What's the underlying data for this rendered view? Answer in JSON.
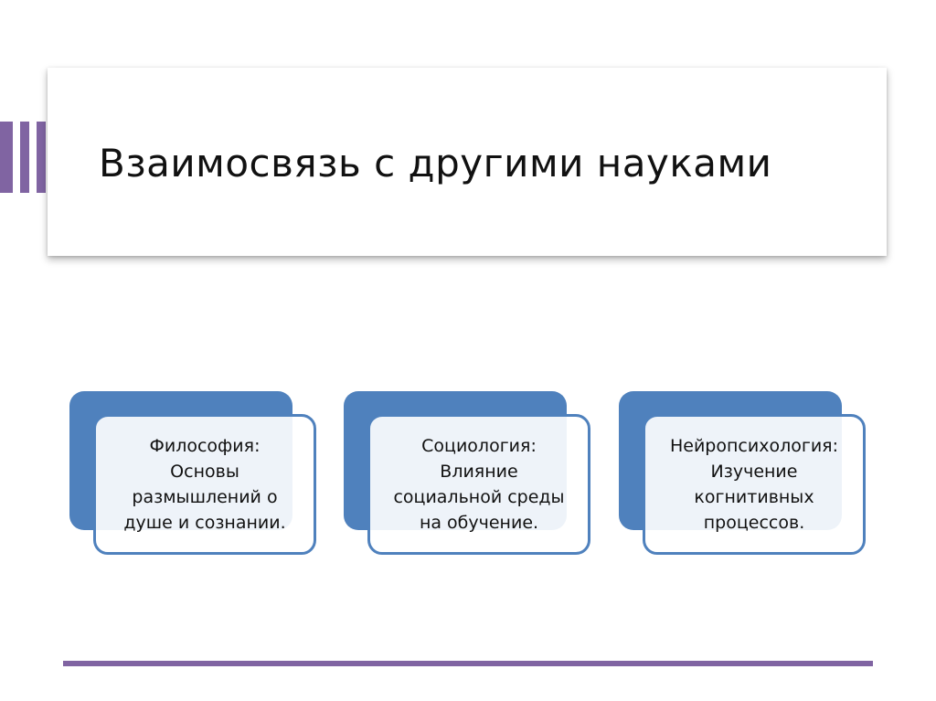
{
  "title": "Взаимосвязь с другими науками",
  "diagram": {
    "items": [
      {
        "text": "Философия:\nОсновы\nразмышлений о\nдуше и сознании."
      },
      {
        "text": "Социология:\nВлияние\nсоциальной среды\nна обучение."
      },
      {
        "text": "Нейропсихология:\nИзучение\nкогнитивных\nпроцессов."
      }
    ]
  },
  "colors": {
    "accent_purple": "#8064a2",
    "block_blue": "#4f81bd",
    "text": "#111111",
    "background": "#ffffff"
  }
}
